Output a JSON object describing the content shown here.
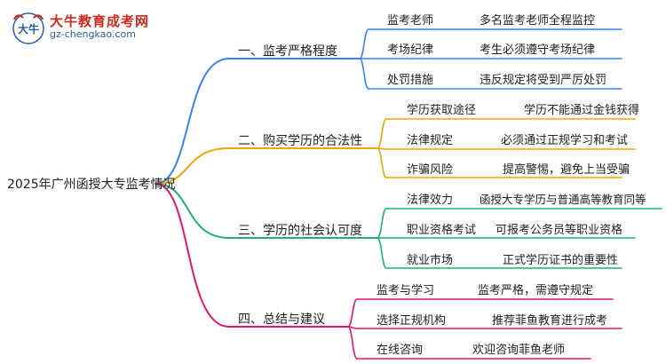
{
  "logo": {
    "name": "大牛教育成考网",
    "url": "gz-chengkao.com",
    "mark_text": "大牛",
    "colors": {
      "red": "#d0281c",
      "blue": "#2a5caa"
    }
  },
  "root": "2025年广州函授大专监考情况",
  "branches": [
    {
      "label": "一、监考严格程度",
      "color": "#3b82f6",
      "leaves": [
        {
          "label": "监考老师",
          "detail": "多名监考老师全程监控"
        },
        {
          "label": "考场纪律",
          "detail": "考生必须遵守考场纪律"
        },
        {
          "label": "处罚措施",
          "detail": "违反规定将受到严厉处罚"
        }
      ]
    },
    {
      "label": "二、购买学历的合法性",
      "color": "#f0a500",
      "leaves": [
        {
          "label": "学历获取途径",
          "detail": "学历不能通过金钱获得"
        },
        {
          "label": "法律规定",
          "detail": "必须通过正规学习和考试"
        },
        {
          "label": "诈骗风险",
          "detail": "提高警惕，避免上当受骗"
        }
      ]
    },
    {
      "label": "三、学历的社会认可度",
      "color": "#1db372",
      "leaves": [
        {
          "label": "法律效力",
          "detail": "函授大专学历与普通高等教育同等"
        },
        {
          "label": "职业资格考试",
          "detail": "可报考公务员等职业资格"
        },
        {
          "label": "就业市场",
          "detail": "正式学历证书的重要性"
        }
      ]
    },
    {
      "label": "四、总结与建议",
      "color": "#e6176f",
      "leaves": [
        {
          "label": "监考与学习",
          "detail": "监考严格，需遵守规定"
        },
        {
          "label": "选择正规机构",
          "detail": "推荐菲鱼教育进行成考"
        },
        {
          "label": "在线咨询",
          "detail": "欢迎咨询菲鱼老师"
        }
      ]
    }
  ]
}
